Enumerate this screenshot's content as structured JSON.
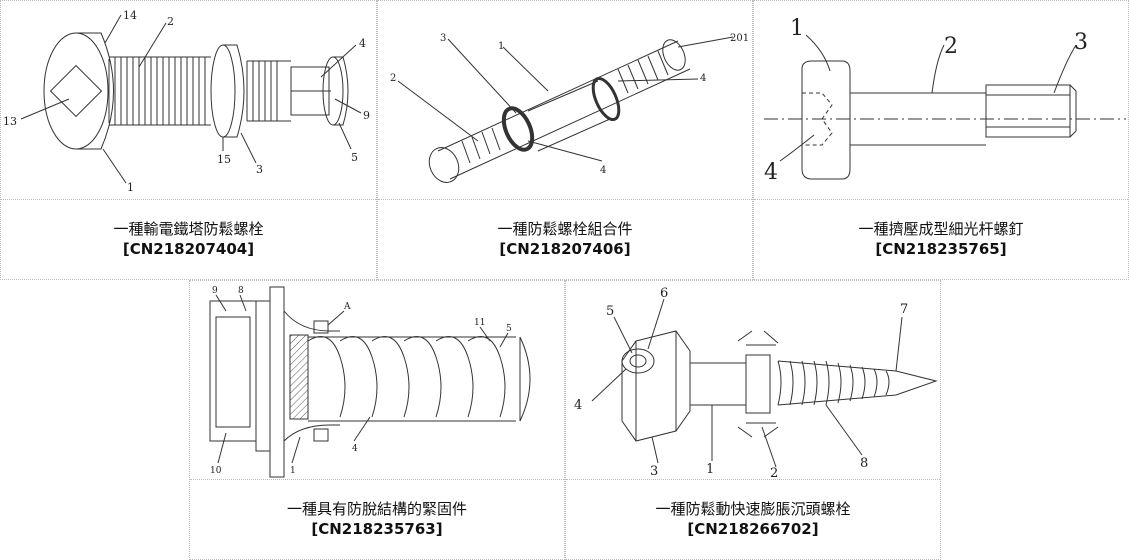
{
  "patents": [
    {
      "title": "一種輸電鐵塔防鬆螺栓",
      "code": "[CN218207404]",
      "labels": {
        "l1": "1",
        "l2": "2",
        "l3": "3",
        "l4": "4",
        "l5": "5",
        "l9": "9",
        "l13": "13",
        "l14": "14",
        "l15": "15"
      }
    },
    {
      "title": "一種防鬆螺栓組合件",
      "code": "[CN218207406]",
      "labels": {
        "l1": "1",
        "l2": "2",
        "l3": "3",
        "l4a": "4",
        "l4b": "4",
        "l201": "201"
      }
    },
    {
      "title": "一種擠壓成型細光杆螺釘",
      "code": "[CN218235765]",
      "labels": {
        "l1": "1",
        "l2": "2",
        "l3": "3",
        "l4": "4"
      }
    },
    {
      "title": "一種具有防脫結構的緊固件",
      "code": "[CN218235763]",
      "labels": {
        "l1": "1",
        "l4": "4",
        "l5": "5",
        "l8": "8",
        "l9": "9",
        "l10": "10",
        "l11": "11",
        "lA": "A"
      }
    },
    {
      "title": "一種防鬆動快速膨脹沉頭螺栓",
      "code": "[CN218266702]",
      "labels": {
        "l1": "1",
        "l2": "2",
        "l3": "3",
        "l4": "4",
        "l5": "5",
        "l6": "6",
        "l7": "7",
        "l8": "8"
      }
    }
  ]
}
